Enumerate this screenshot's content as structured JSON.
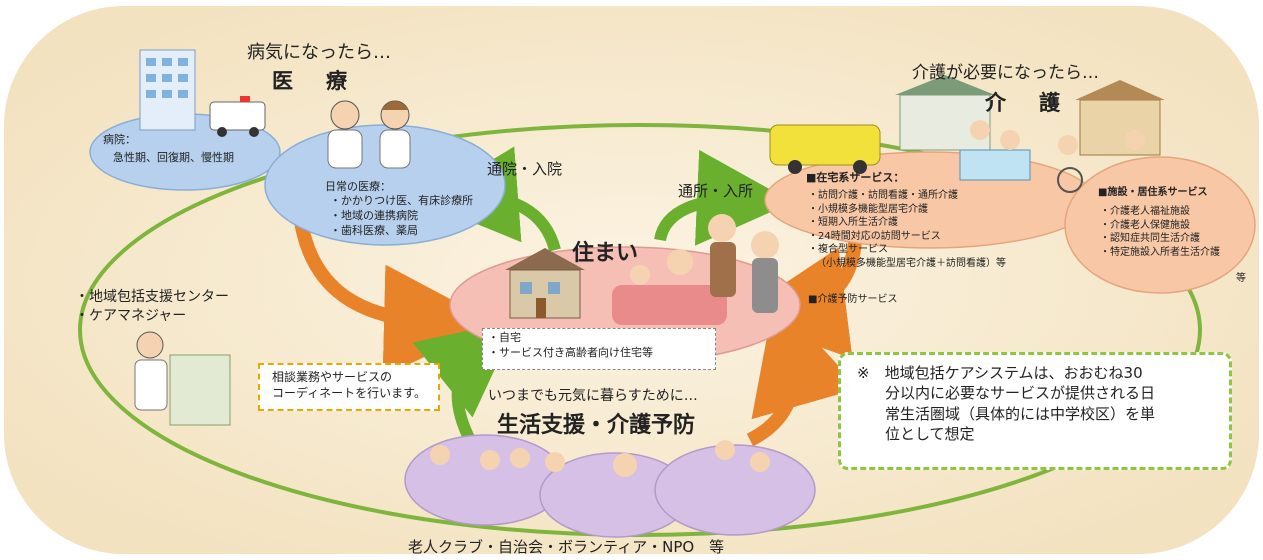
{
  "colors": {
    "background_panel": "#f8edd6",
    "outer_ring": "#7fb53c",
    "home_ellipse": "#f6bfb6",
    "medical_ellipse": "#b7d0ee",
    "care_ellipse": "#f7c7a6",
    "support_ellipse": "#d6c0e6",
    "arrow_orange": "#e8832a",
    "arrow_green": "#6ab02e",
    "note_border": "#8dc63f",
    "coord_border": "#e8a800"
  },
  "medical": {
    "heading_pre": "病気になったら…",
    "heading": "医　療",
    "hospital_label": "病院：",
    "hospital_types": "急性期、回復期、慢性期",
    "daily_label": "日常の医療：",
    "daily_items": [
      "・かかりつけ医、有床診療所",
      "・地域の連携病院",
      "・歯科医療、薬局"
    ]
  },
  "care": {
    "heading_pre": "介護が必要になったら…",
    "heading": "介　護",
    "home_services_label": "■在宅系サービス：",
    "home_services": [
      "・訪問介護・訪問看護・通所介護",
      "・小規模多機能型居宅介護",
      "・短期入所生活介護",
      "・24時間対応の訪問サービス",
      "・複合型サービス",
      "（小規模多機能型居宅介護＋訪問看護）等"
    ],
    "prevention_label": "■介護予防サービス",
    "facility_label": "■施設・居住系サービス",
    "facility_services": [
      "・介護老人福祉施設",
      "・介護老人保健施設",
      "・認知症共同生活介護",
      "・特定施設入所者生活介護"
    ],
    "facility_suffix": "等"
  },
  "home": {
    "title": "住まい",
    "items": [
      "・自宅",
      "・サービス付き高齢者向け住宅等"
    ]
  },
  "arrows": {
    "hospital_visit": "通院・入院",
    "facility_visit": "通所・入所"
  },
  "left": {
    "items": [
      "・地域包括支援センター",
      "・ケアマネジャー"
    ],
    "coordination": [
      "相談業務やサービスの",
      "コーディネートを行います。"
    ]
  },
  "support": {
    "caption": "いつまでも元気に暮らすために…",
    "heading": "生活支援・介護予防",
    "bottom_label": "老人クラブ・自治会・ボランティア・NPO　等"
  },
  "note": {
    "lines": [
      "※　地域包括ケアシステムは、おおむね30",
      "分以内に必要なサービスが提供される日",
      "常生活圏域（具体的には中学校区）を単",
      "位として想定"
    ]
  }
}
